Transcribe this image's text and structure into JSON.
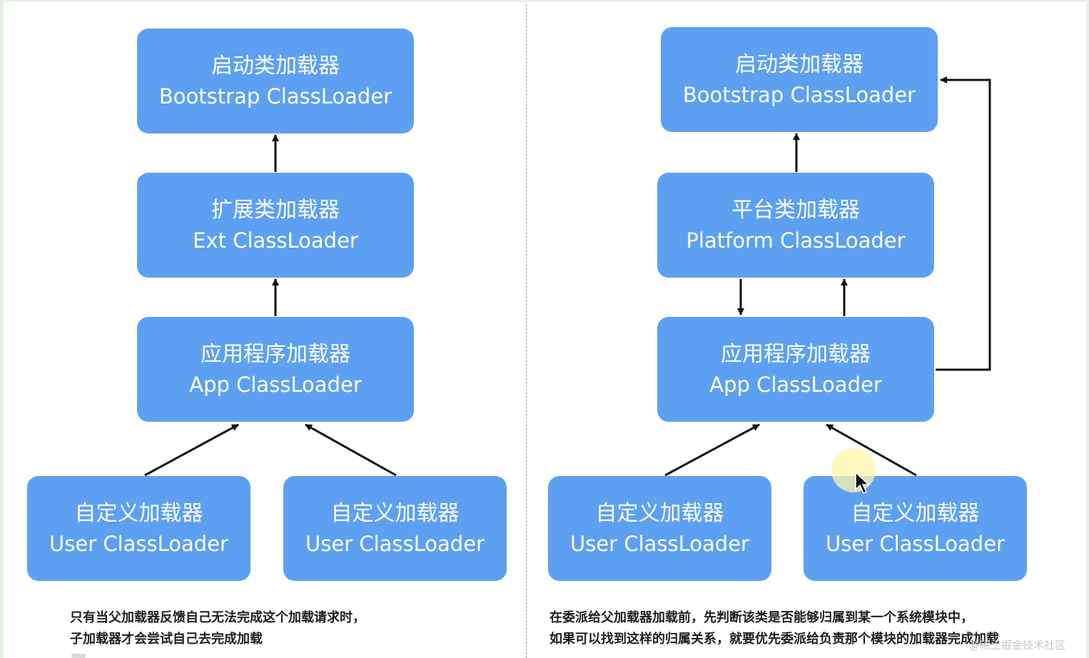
{
  "left_diagram": {
    "bootstrap": {
      "zh": "启动类加载器",
      "en": "Bootstrap ClassLoader"
    },
    "ext": {
      "zh": "扩展类加载器",
      "en": "Ext ClassLoader"
    },
    "app": {
      "zh": "应用程序加载器",
      "en": "App ClassLoader"
    },
    "user1": {
      "zh": "自定义加载器",
      "en": "User ClassLoader"
    },
    "user2": {
      "zh": "自定义加载器",
      "en": "User ClassLoader"
    },
    "caption": {
      "line1": "只有当父加载器反馈自己无法完成这个加载请求时，",
      "line2": "子加载器才会尝试自己去完成加载"
    }
  },
  "right_diagram": {
    "bootstrap": {
      "zh": "启动类加载器",
      "en": "Bootstrap ClassLoader"
    },
    "platform": {
      "zh": "平台类加载器",
      "en": "Platform ClassLoader"
    },
    "app": {
      "zh": "应用程序加载器",
      "en": "App ClassLoader"
    },
    "user1": {
      "zh": "自定义加载器",
      "en": "User ClassLoader"
    },
    "user2": {
      "zh": "自定义加载器",
      "en": "User ClassLoader"
    },
    "caption": {
      "line1": "在委派给父加载器加载前，先判断该类是否能够归属到某一个系统模块中，",
      "line2": "如果可以找到这样的归属关系，就要优先委派给负责那个模块的加载器完成加载"
    }
  },
  "watermark": "@稀土掘金技术社区",
  "colors": {
    "box": "#5da0f2",
    "arrow": "#111111",
    "text": "#ffffff"
  }
}
